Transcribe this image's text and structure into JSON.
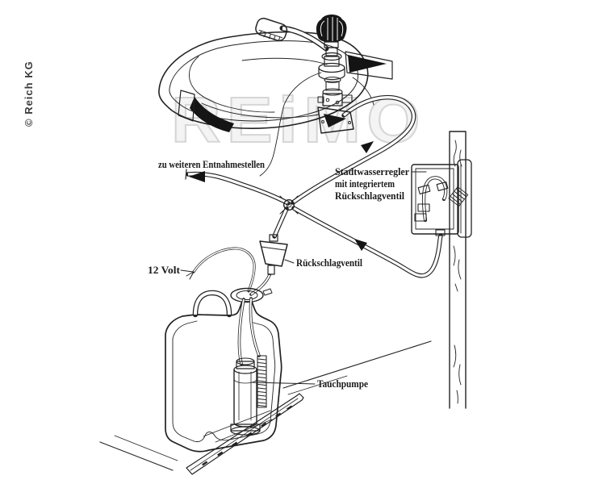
{
  "credit": "© Reich KG",
  "watermark": "REiMO",
  "labels": {
    "further_outlets": "zu weiteren Entnahmestellen",
    "city_water_regulator": [
      "Stadtwasserregler",
      "mit integriertem",
      "Rückschlagventil"
    ],
    "supply_voltage": "12 Volt",
    "check_valve": "Rückschlagventil",
    "submersible_pump": "Tauchpumpe"
  },
  "components": [
    "sink-basin",
    "mixer-tap-with-shower-head",
    "tap-microswitch",
    "supply-hose-to-tap",
    "cross-branch-fitting",
    "pipe-to-further-outlets",
    "check-valve",
    "city-water-regulator-with-integrated-check-valve",
    "wall-post",
    "hose-to-city-water-regulator",
    "water-canister",
    "submersible-pump",
    "12-volt-cable",
    "floor-mounting-rail"
  ],
  "colors": {
    "background": "#ffffff",
    "line_art": "#222222",
    "label_text": "#1b1b1b",
    "watermark": "#d6d6d6"
  }
}
